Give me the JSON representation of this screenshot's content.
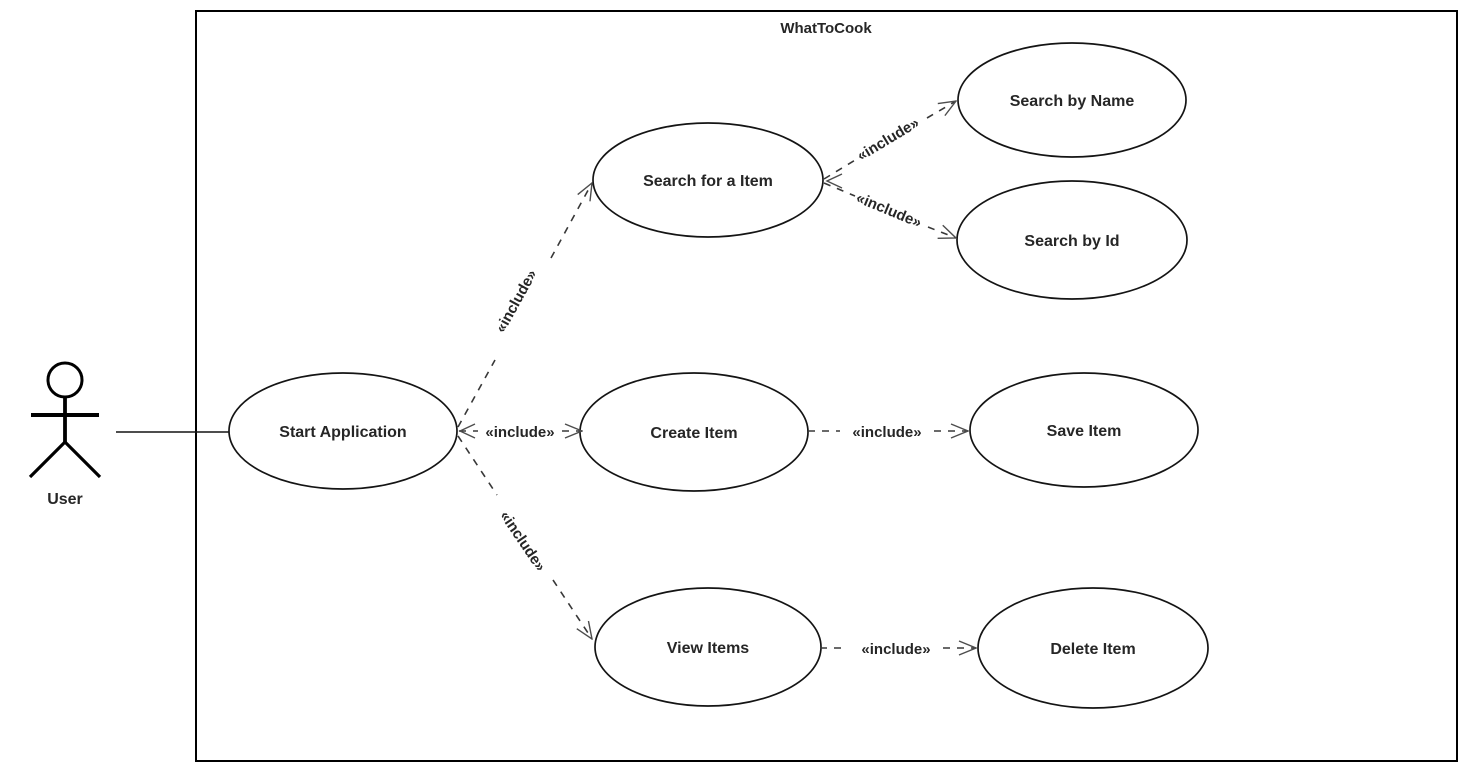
{
  "diagram_title": "WhatToCook",
  "actor": {
    "name": "User"
  },
  "use_cases": [
    {
      "label": "Start Application"
    },
    {
      "label": "Search for a Item"
    },
    {
      "label": "Search by Name"
    },
    {
      "label": "Search by Id"
    },
    {
      "label": "Create Item"
    },
    {
      "label": "Save Item"
    },
    {
      "label": "View Items"
    },
    {
      "label": "Delete Item"
    }
  ],
  "relations": [
    {
      "from": "User",
      "to": "Start Application",
      "type": "association",
      "label": ""
    },
    {
      "from": "Start Application",
      "to": "Search for a Item",
      "type": "dependency",
      "label": "«include»"
    },
    {
      "from": "Start Application",
      "to": "Create Item",
      "type": "dependency",
      "label": "«include»"
    },
    {
      "from": "Start Application",
      "to": "View Items",
      "type": "dependency",
      "label": "«include»"
    },
    {
      "from": "Search for a Item",
      "to": "Search by Name",
      "type": "dependency",
      "label": "«include»"
    },
    {
      "from": "Search for a Item",
      "to": "Search by Id",
      "type": "dependency",
      "label": "«include»"
    },
    {
      "from": "Create Item",
      "to": "Save Item",
      "type": "dependency",
      "label": "«include»"
    },
    {
      "from": "View Items",
      "to": "Delete Item",
      "type": "dependency",
      "label": "«include»"
    }
  ],
  "colors": {
    "background": "#ffffff",
    "shape_stroke": "#141414",
    "text": "#262626",
    "arrow": "#4d4d4d"
  }
}
